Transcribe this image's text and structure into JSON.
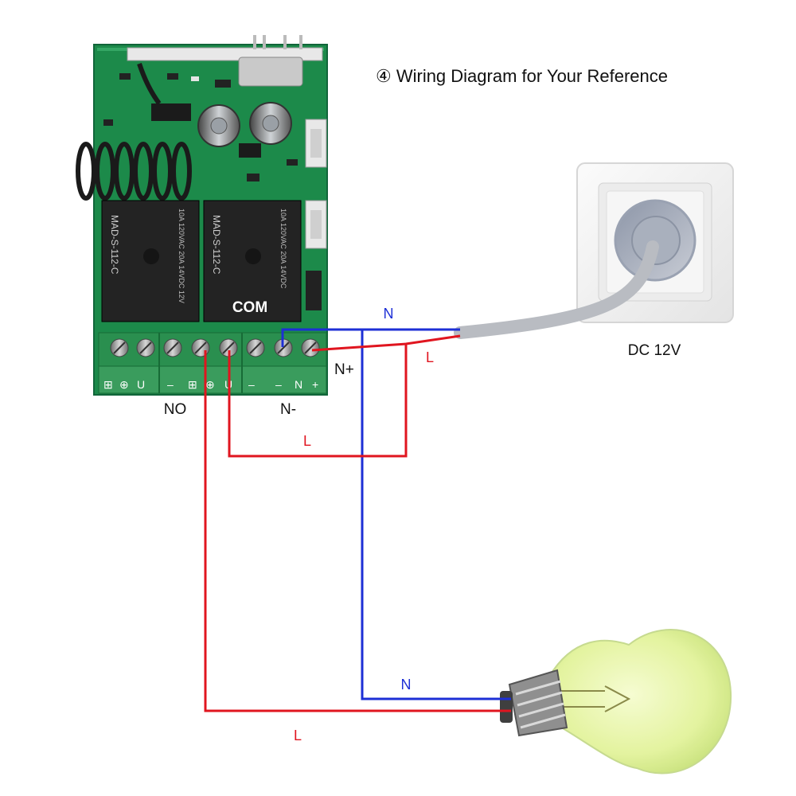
{
  "title": "④ Wiring Diagram for Your Reference",
  "labels": {
    "com": "COM",
    "no": "NO",
    "n_minus": "N-",
    "n_plus": "N+",
    "dc": "DC 12V",
    "n_top": "N",
    "l_top": "L",
    "l_mid": "L",
    "n_bottom": "N",
    "l_bottom": "L"
  },
  "board": {
    "relay1_text": "MAD-S-112-C",
    "relay2_text": "MAD-S-112-C",
    "relay1_rating": "10A 120VAC 20A 14VDC 12V",
    "relay2_rating": "10A 120VAC 20A 14VDC",
    "terminal_marks": [
      "⊞",
      "⊕",
      "U",
      "‒",
      "⊞",
      "⊕",
      "U",
      "‒",
      "‒",
      "N",
      "+"
    ]
  },
  "colors": {
    "live_wire": "#e0151f",
    "neutral_wire": "#1d2fd6",
    "pcb": "#1c8a4a",
    "relay": "#222222",
    "terminal_block": "#2a8f4f",
    "socket_plate": "#f2f2f2",
    "bulb_glass": "#e6f5a8",
    "cable": "#b9bcc2"
  }
}
